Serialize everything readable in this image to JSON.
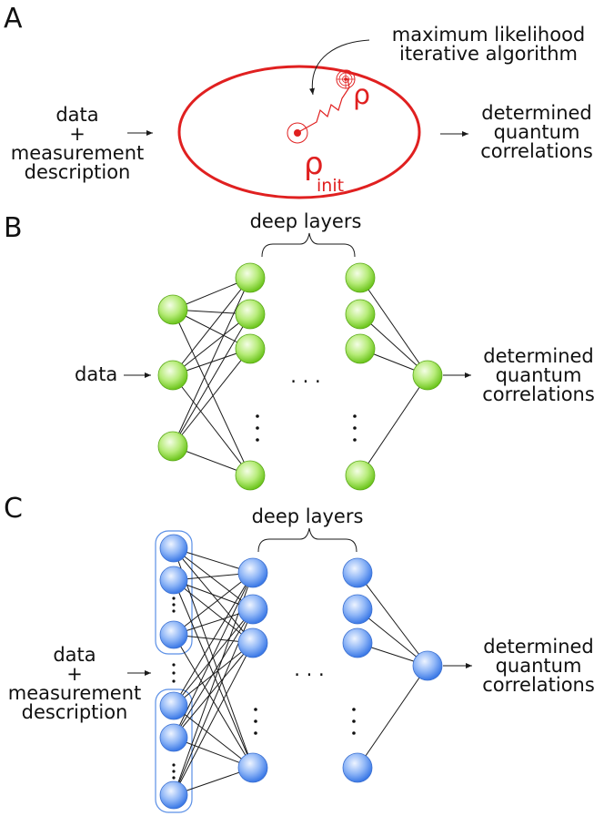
{
  "panels": {
    "a": {
      "letter": "A",
      "input_lines": [
        "data",
        "+",
        "measurement",
        "description"
      ],
      "algo_lines": [
        "maximum likelihood",
        "iterative algorithm"
      ],
      "rho": "ρ",
      "rho_init_symbol": "ρ",
      "rho_init_subscript": "init",
      "output_lines": [
        "determined",
        "quantum",
        "correlations"
      ]
    },
    "b": {
      "letter": "B",
      "deep_layers": "deep layers",
      "input_label": "data",
      "hdots": "· · ·",
      "output_lines": [
        "determined",
        "quantum",
        "correlations"
      ]
    },
    "c": {
      "letter": "C",
      "deep_layers": "deep layers",
      "input_lines": [
        "data",
        "+",
        "measurement",
        "description"
      ],
      "hdots": "· · ·",
      "output_lines": [
        "determined",
        "quantum",
        "correlations"
      ]
    }
  },
  "colors": {
    "red": "#e02020",
    "green_node": "#7ed321",
    "blue_node": "#3f7fe8"
  }
}
